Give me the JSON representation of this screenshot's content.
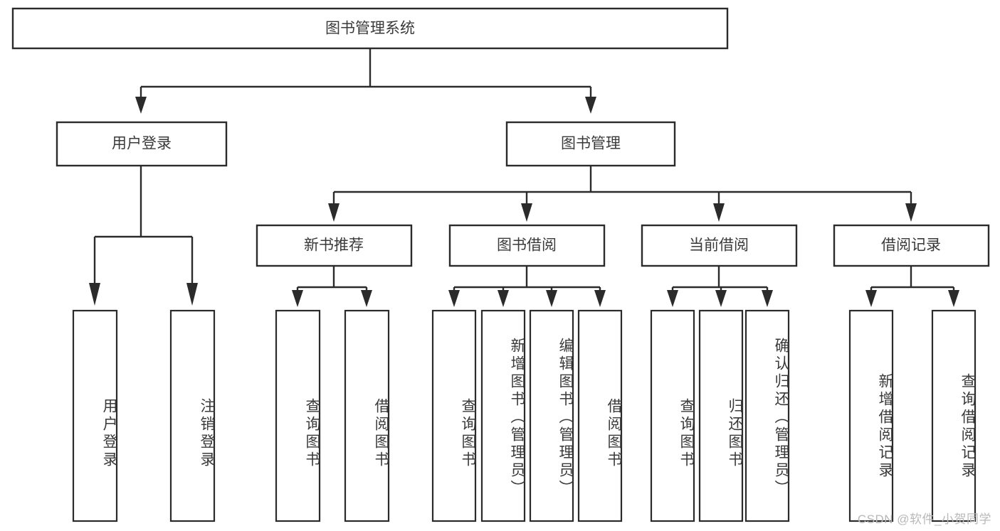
{
  "diagram": {
    "title": "图书管理系统",
    "type": "tree-hierarchy-chart",
    "background_color": "#ffffff",
    "stroke_color": "#2b2b2b",
    "text_color": "#3a3a3a",
    "root": {
      "label": "图书管理系统"
    },
    "level2": [
      {
        "label": "用户登录"
      },
      {
        "label": "图书管理"
      }
    ],
    "level3": [
      {
        "label": "新书推荐"
      },
      {
        "label": "图书借阅"
      },
      {
        "label": "当前借阅"
      },
      {
        "label": "借阅记录"
      }
    ],
    "leaves": {
      "user_login": [
        {
          "label": "用户登录"
        },
        {
          "label": "注销登录"
        }
      ],
      "new_book_recommend": [
        {
          "label": "查询图书"
        },
        {
          "label": "借阅图书"
        }
      ],
      "book_borrow": [
        {
          "label": "查询图书"
        },
        {
          "label": "新增图书（管理员）"
        },
        {
          "label": "编辑图书（管理员）"
        },
        {
          "label": "借阅图书"
        }
      ],
      "current_borrow": [
        {
          "label": "查询图书"
        },
        {
          "label": "归还图书"
        },
        {
          "label": "确认归还（管理员）"
        }
      ],
      "borrow_record": [
        {
          "label": "新增借阅记录"
        },
        {
          "label": "查询借阅记录"
        }
      ]
    }
  },
  "watermark": {
    "text": "CSDN @软件_小贺同学"
  }
}
